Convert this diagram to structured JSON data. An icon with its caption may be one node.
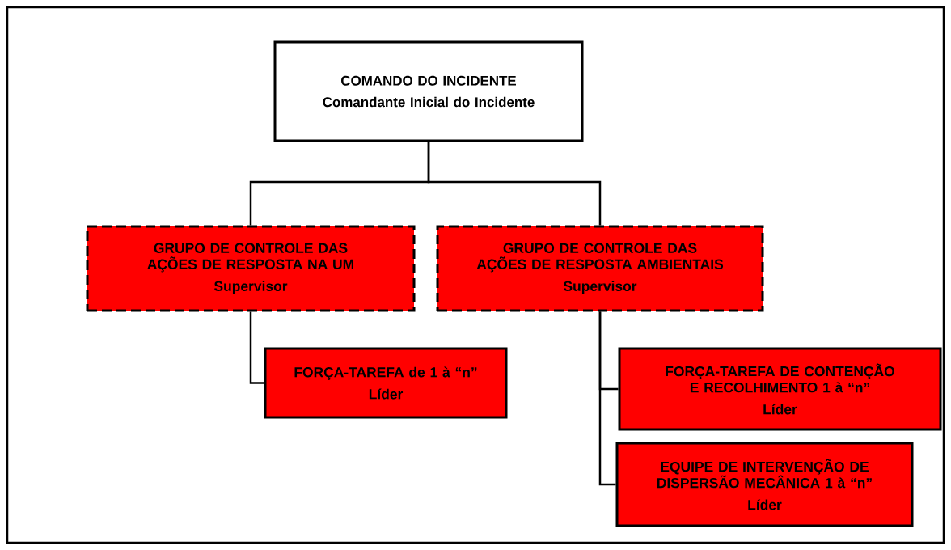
{
  "diagram": {
    "nodes": [
      {
        "text": [
          "COMANDO DO INCIDENTE",
          "Comandante Inicial do Incidente"
        ]
      },
      {
        "text": [
          "GRUPO DE CONTROLE DAS AÇÕES DE RESPOSTA NA UM",
          "Supervisor"
        ]
      },
      {
        "text": [
          "GRUPO DE CONTROLE DAS AÇÕES DE RESPOSTA AMBIENTAIS",
          "Supervisor"
        ]
      },
      {
        "text": [
          "FORÇA-TAREFA de 1 à “n”",
          "Líder"
        ]
      },
      {
        "text": [
          "FORÇA-TAREFA DE CONTENÇÃO E RECOLHIMENTO 1 à “n”",
          "Líder"
        ]
      },
      {
        "text": [
          "EQUIPE DE INTERVENÇÃO DE DISPERSÃO MECÂNICA 1 à “n”",
          "Líder"
        ]
      }
    ],
    "edges": [
      {
        "from": 0,
        "to": 1,
        "arrow": "none"
      },
      {
        "from": 0,
        "to": 2,
        "arrow": "none"
      },
      {
        "from": 1,
        "to": 3,
        "arrow": "none"
      },
      {
        "from": 2,
        "to": 4,
        "arrow": "none"
      },
      {
        "from": 2,
        "to": 5,
        "arrow": "none"
      }
    ]
  }
}
